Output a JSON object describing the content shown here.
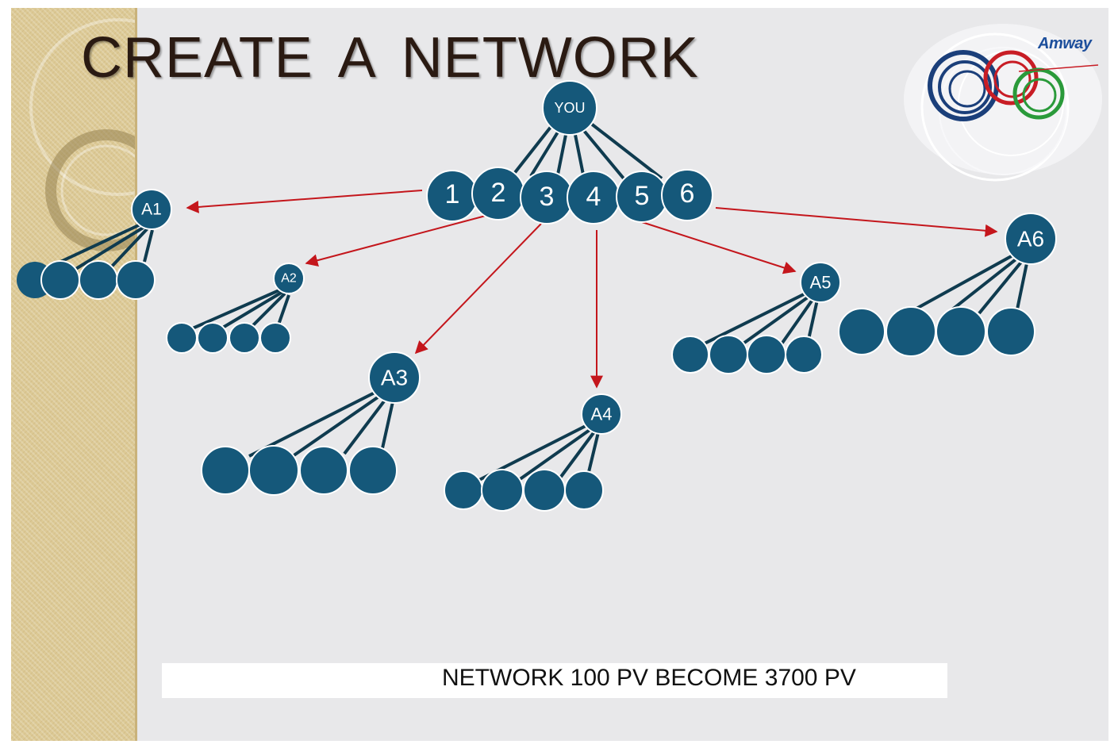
{
  "slide": {
    "title": "CREATE  A  NETWORK",
    "logo_text": "Amway",
    "caption": "NETWORK 100 PV BECOME 3700 PV"
  },
  "diagram": {
    "root_label": "YOU",
    "first_level": [
      "1",
      "2",
      "3",
      "4",
      "5",
      "6"
    ],
    "second_level": [
      "A1",
      "A2",
      "A3",
      "A4",
      "A5",
      "A6"
    ],
    "children_per_second_level": 4
  },
  "colors": {
    "node_fill": "#15587a",
    "node_stroke": "#ffffff",
    "connector": "#0f3b4f",
    "arrow": "#c4161c",
    "background": "#e8e8ea",
    "side_band": "#dcc995",
    "logo_ring_blue": "#1b3f7a",
    "logo_ring_red": "#c81d25",
    "logo_ring_green": "#2a9a3a"
  }
}
